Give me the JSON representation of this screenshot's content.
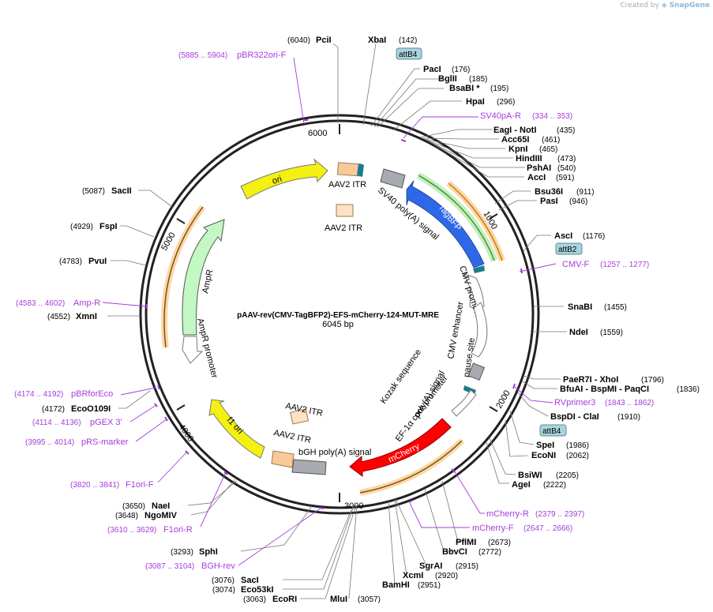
{
  "app": {
    "created_by": "Created by",
    "brand": "SnapGene"
  },
  "plasmid": {
    "name": "pAAV-rev(CMV-TagBFP2)-EFS-mCherry-124-MUT-MRE",
    "size": "6045 bp"
  },
  "ticks": [
    "6000",
    "1000",
    "2000",
    "3000",
    "4000",
    "5000"
  ],
  "sites": [
    {
      "name": "PciI",
      "pos": "(6040)"
    },
    {
      "name": "XbaI",
      "pos": "(142)"
    },
    {
      "name": "PacI",
      "pos": "(176)"
    },
    {
      "name": "BglII",
      "pos": "(185)"
    },
    {
      "name": "BsaBI *",
      "pos": "(195)"
    },
    {
      "name": "HpaI",
      "pos": "(296)"
    },
    {
      "name": "EagI  - NotI",
      "pos": "(435)"
    },
    {
      "name": "Acc65I",
      "pos": "(461)"
    },
    {
      "name": "KpnI",
      "pos": "(465)"
    },
    {
      "name": "HindIII",
      "pos": "(473)"
    },
    {
      "name": "PshAI",
      "pos": "(540)"
    },
    {
      "name": "AccI",
      "pos": "(591)"
    },
    {
      "name": "Bsu36I",
      "pos": "(911)"
    },
    {
      "name": "PasI",
      "pos": "(946)"
    },
    {
      "name": "AscI",
      "pos": "(1176)"
    },
    {
      "name": "SnaBI",
      "pos": "(1455)"
    },
    {
      "name": "NdeI",
      "pos": "(1559)"
    },
    {
      "name": "PaeR7I  - XhoI",
      "pos": "(1796)"
    },
    {
      "name": "BfuAI  - BspMI  - PaqCI",
      "pos": "(1836)"
    },
    {
      "name": "BspDI  - ClaI",
      "pos": "(1910)"
    },
    {
      "name": "SpeI",
      "pos": "(1986)"
    },
    {
      "name": "EcoNI",
      "pos": "(2062)"
    },
    {
      "name": "BsiWI",
      "pos": "(2205)"
    },
    {
      "name": "AgeI",
      "pos": "(2222)"
    },
    {
      "name": "PflMI",
      "pos": "(2673)"
    },
    {
      "name": "BbvCI",
      "pos": "(2772)"
    },
    {
      "name": "SgrAI",
      "pos": "(2915)"
    },
    {
      "name": "XcmI",
      "pos": "(2920)"
    },
    {
      "name": "BamHI",
      "pos": "(2951)"
    },
    {
      "name": "MluI",
      "pos": "(3057)"
    },
    {
      "name": "EcoRI",
      "pos": "(3063)"
    },
    {
      "name": "Eco53kI",
      "pos": "(3074)"
    },
    {
      "name": "SacI",
      "pos": "(3076)"
    },
    {
      "name": "SphI",
      "pos": "(3293)"
    },
    {
      "name": "NgoMIV",
      "pos": "(3648)"
    },
    {
      "name": "NaeI",
      "pos": "(3650)"
    },
    {
      "name": "EcoO109I",
      "pos": "(4172)"
    },
    {
      "name": "XmnI",
      "pos": "(4552)"
    },
    {
      "name": "PvuI",
      "pos": "(4783)"
    },
    {
      "name": "FspI",
      "pos": "(4929)"
    },
    {
      "name": "SacII",
      "pos": "(5087)"
    }
  ],
  "primers": [
    {
      "name": "pBR322ori-F",
      "range": "(5885 .. 5904)"
    },
    {
      "name": "SV40pA-R",
      "range": "(334 .. 353)"
    },
    {
      "name": "CMV-F",
      "range": "(1257 .. 1277)"
    },
    {
      "name": "RVprimer3",
      "range": "(1843 .. 1862)"
    },
    {
      "name": "mCherry-R",
      "range": "(2379 .. 2397)"
    },
    {
      "name": "mCherry-F",
      "range": "(2647 .. 2666)"
    },
    {
      "name": "BGH-rev",
      "range": "(3087 .. 3104)"
    },
    {
      "name": "F1ori-R",
      "range": "(3610 .. 3629)"
    },
    {
      "name": "F1ori-F",
      "range": "(3820 .. 3841)"
    },
    {
      "name": "pRS-marker",
      "range": "(3995 .. 4014)"
    },
    {
      "name": "pGEX 3'",
      "range": "(4114 .. 4136)"
    },
    {
      "name": "pBRforEco",
      "range": "(4174 .. 4192)"
    },
    {
      "name": "Amp-R",
      "range": "(4583 .. 4602)"
    }
  ],
  "att_sites": [
    "attB4",
    "attB2",
    "attB4"
  ],
  "features": {
    "ori": "ori",
    "aav2_itr_top": "AAV2 ITR",
    "aav2_itr_top_inner": "AAV2 ITR",
    "sv40_polya": "SV40 poly(A) signal",
    "tagbfp": "TagBFP",
    "cmv_promoter": "CMV promoter",
    "cmv_enhancer": "CMV enhancer",
    "pause_site": "pause site",
    "kozak": "Kozak sequence",
    "polya_signal": "poly(A) signal",
    "efs_promoter": "EF-1α core promoter",
    "mcherry": "mCherry",
    "bgh_polya": "bGH poly(A) signal",
    "aav2_itr_bottom": "AAV2 ITR",
    "aav2_itr_bottom_inner": "AAV2 ITR",
    "f1_ori": "f1 ori",
    "ampr": "AmpR",
    "ampr_promoter": "AmpR promoter"
  }
}
